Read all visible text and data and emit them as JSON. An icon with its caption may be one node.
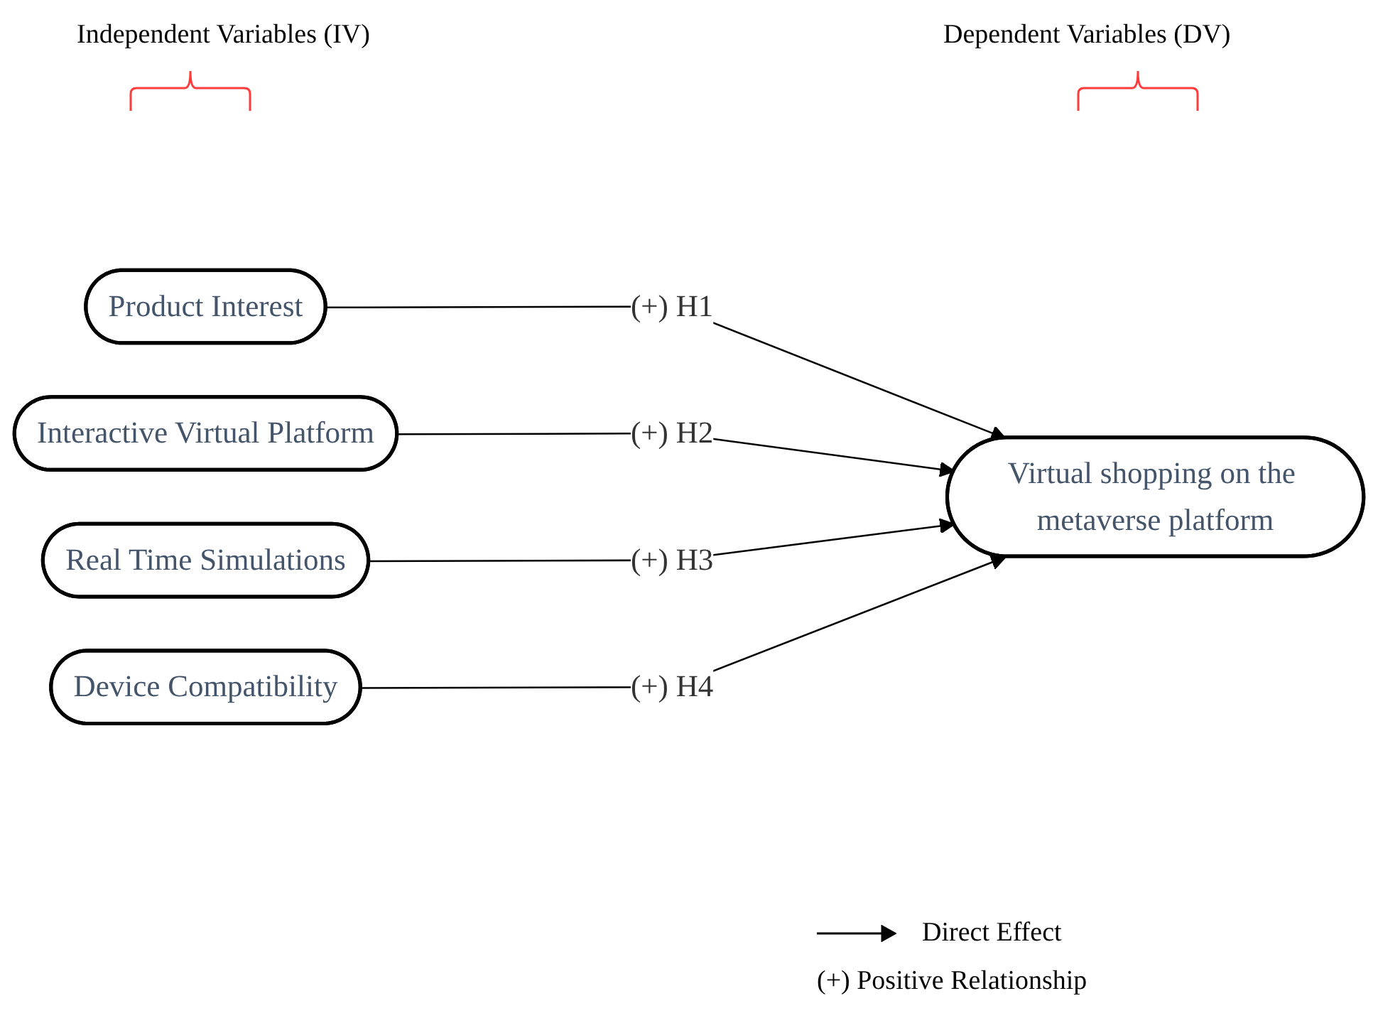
{
  "diagram": {
    "nodes": [
      {
        "text": [
          "Product Interest"
        ]
      },
      {
        "text": [
          "Interactive Virtual Platform"
        ]
      },
      {
        "text": [
          "Real Time Simulations"
        ]
      },
      {
        "text": [
          "Device Compatibility"
        ]
      },
      {
        "text": [
          "Virtual shopping on the metaverse platform"
        ]
      }
    ],
    "edges": [
      {
        "from": 0,
        "to": 4,
        "arrow": "to",
        "label": "(+) H1"
      },
      {
        "from": 1,
        "to": 4,
        "arrow": "to",
        "label": "(+) H2"
      },
      {
        "from": 2,
        "to": 4,
        "arrow": "to",
        "label": "(+) H3"
      },
      {
        "from": 3,
        "to": 4,
        "arrow": "to",
        "label": "(+) H4"
      }
    ],
    "labels": [
      "Independent Variables (IV)",
      "Dependent Variables (DV)"
    ],
    "legend": [
      {
        "text": "Direct Effect"
      },
      {
        "text": "(+) Positive Relationship"
      }
    ]
  }
}
